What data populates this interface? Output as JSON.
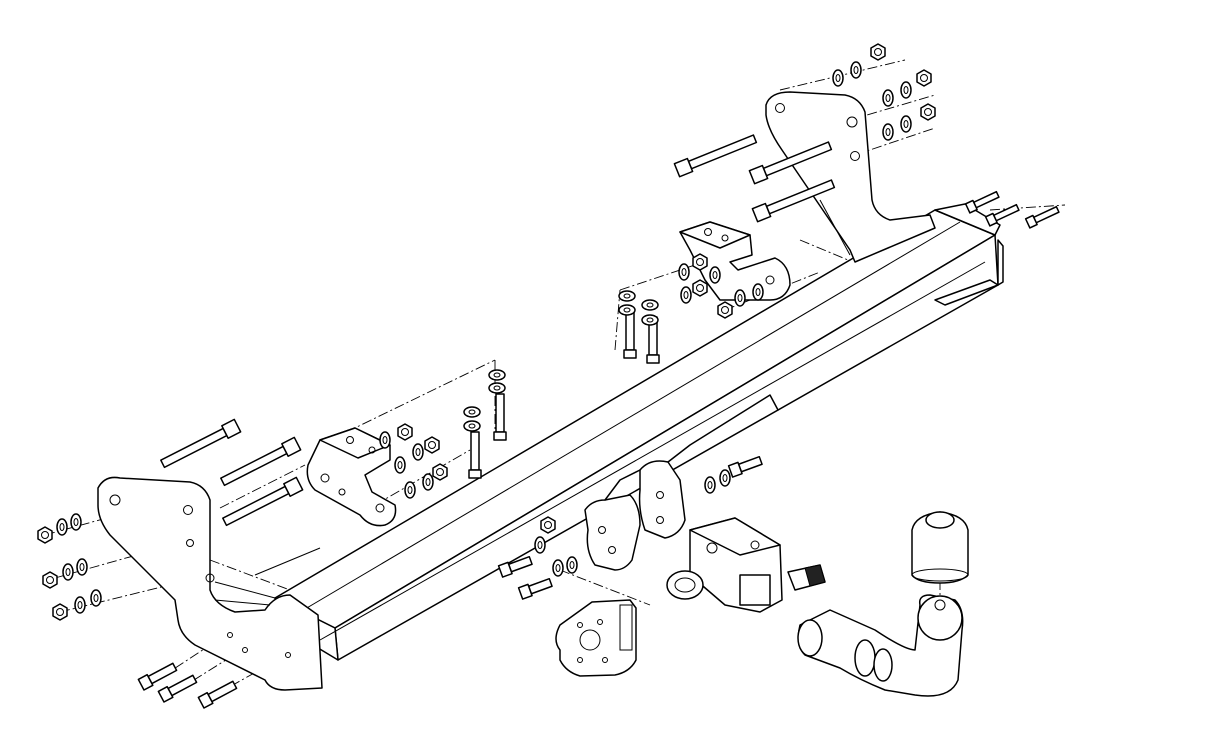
{
  "drawing": {
    "kind": "exploded-assembly",
    "colors": {
      "line": "#000000",
      "background": "#ffffff"
    },
    "parts": [
      "crossbar",
      "left-side-bracket",
      "right-side-bracket",
      "left-center-bracket",
      "right-center-bracket",
      "tow-ball-neck",
      "tow-ball-cover",
      "electrical-socket",
      "socket-mounting-plate",
      "bolts",
      "nuts",
      "washers"
    ]
  }
}
